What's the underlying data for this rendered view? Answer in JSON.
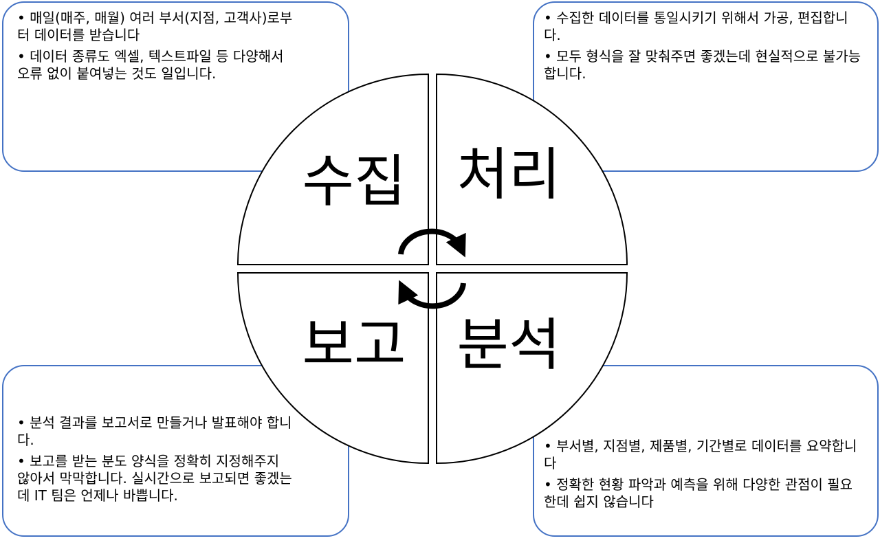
{
  "notes": {
    "collect": {
      "bullets": [
        "• 매일(매주, 매월) 여러 부서(지점, 고객사)로부터 데이터를 받습니다",
        "• 데이터 종류도 엑셀, 텍스트파일 등 다양해서 오류 없이 붙여넣는 것도 일입니다."
      ]
    },
    "process": {
      "bullets": [
        "• 수집한 데이터를 통일시키기 위해서 가공, 편집합니다.",
        "• 모두 형식을 잘 맞춰주면 좋겠는데 현실적으로 불가능합니다."
      ]
    },
    "report": {
      "bullets": [
        "• 분석 결과를 보고서로 만들거나 발표해야 합니다.",
        "• 보고를 받는 분도 양식을 정확히 지정해주지 않아서 막막합니다. 실시간으로 보고되면 좋겠는데 IT 팀은 언제나 바쁩니다."
      ]
    },
    "analyze": {
      "bullets": [
        "• 부서별, 지점별, 제품별, 기간별로 데이터를 요약합니다",
        "• 정확한 현황 파악과 예측을 위해 다양한 관점이 필요한데 쉽지 않습니다"
      ]
    }
  },
  "cycle": {
    "collect": "수집",
    "process": "처리",
    "analyze": "분석",
    "report": "보고"
  },
  "colors": {
    "note_border": "#4472c4",
    "line": "#000000"
  }
}
